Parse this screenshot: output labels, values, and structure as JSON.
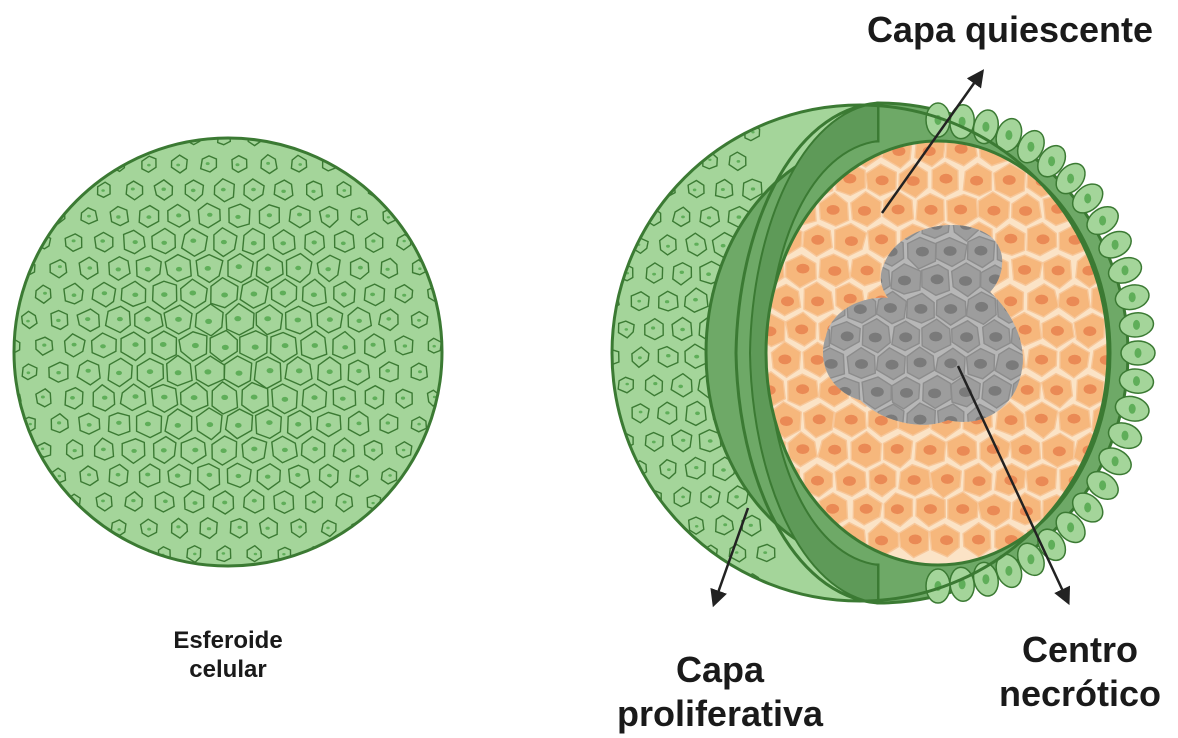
{
  "labels": {
    "spheroid": {
      "line1": "Esferoide",
      "line2": "celular"
    },
    "quiescent": "Capa quiescente",
    "proliferative": {
      "line1": "Capa",
      "line2": "proliferativa"
    },
    "necrotic": {
      "line1": "Centro",
      "line2": "necrótico"
    }
  },
  "colors": {
    "proliferative_fill": "#a4d59a",
    "proliferative_stroke": "#3b7a33",
    "proliferative_dark": "#6ea967",
    "proliferative_nucleus": "#5fae59",
    "quiescent_fill": "#f6b77c",
    "quiescent_nucleus": "#ea8a55",
    "necrotic_fill": "#9d9d9d",
    "necrotic_nucleus": "#7a7a7a",
    "arrow": "#222222"
  }
}
